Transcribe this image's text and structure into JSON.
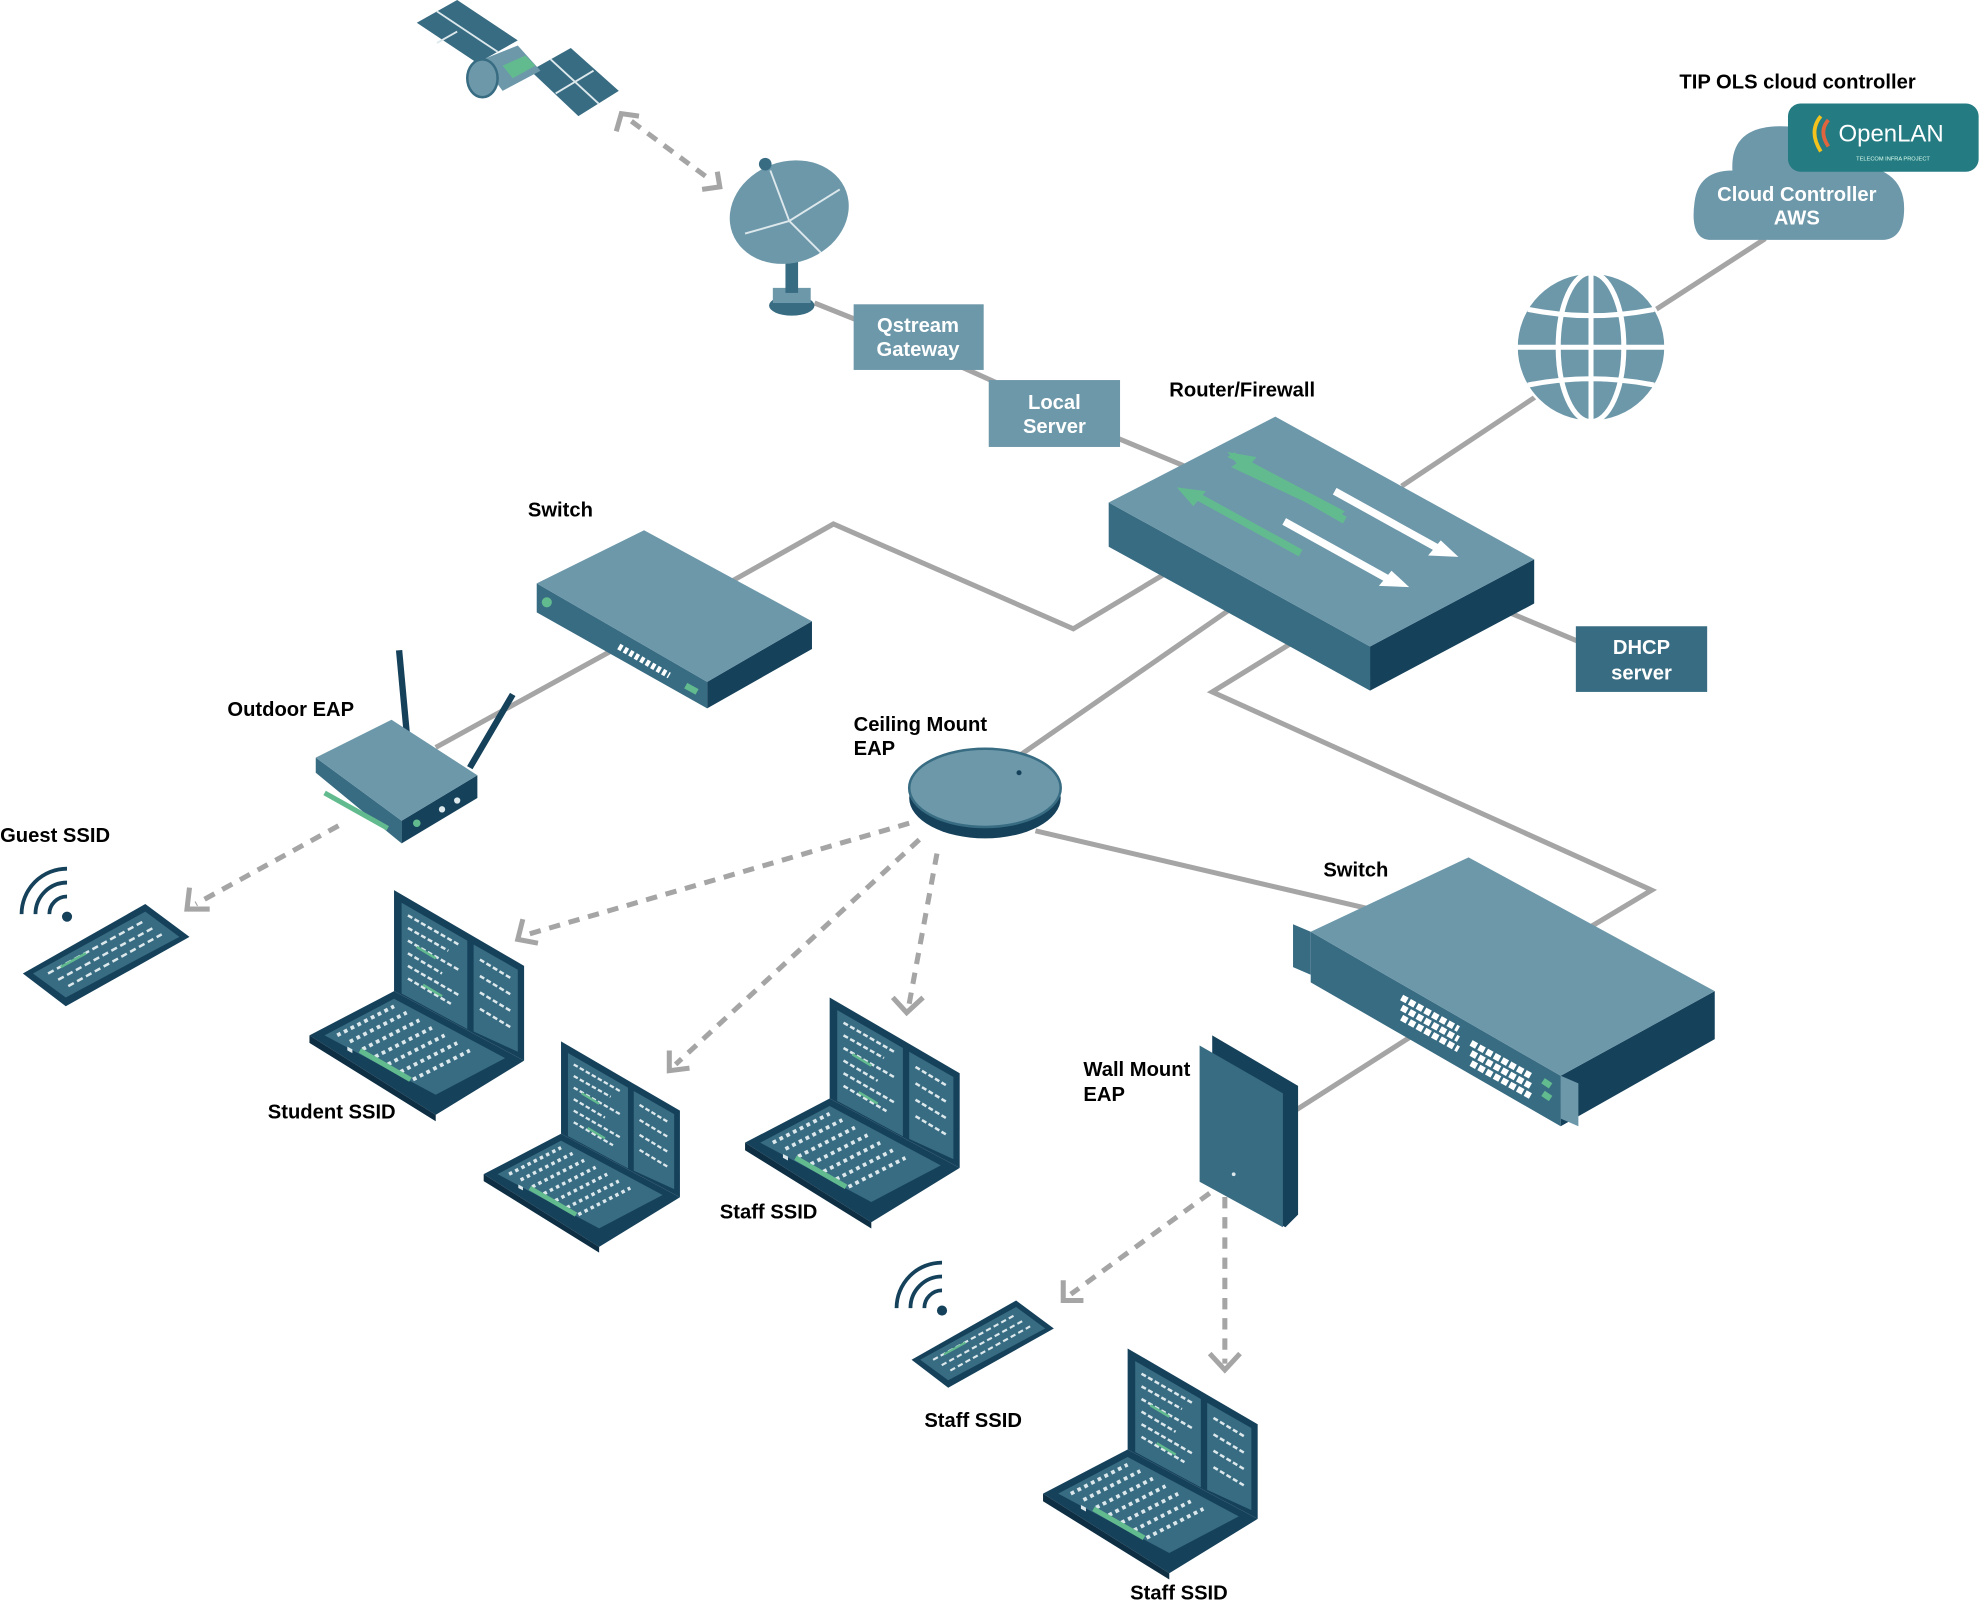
{
  "colors": {
    "light": "#6d98aa",
    "mid": "#386c82",
    "dark": "#15415b",
    "wire": "#a5a5a5",
    "green": "#62bb8e",
    "openlan": "#247b82"
  },
  "labels": {
    "tip_cloud": "TIP OLS cloud controller",
    "cloud_line1": "Cloud Controller",
    "cloud_line2": "AWS",
    "openlan_logo": "OpenLAN",
    "openlan_sub": "TELECOM INFRA PROJECT",
    "qstream_line1": "Qstream",
    "qstream_line2": "Gateway",
    "local_line1": "Local",
    "local_line2": "Server",
    "router": "Router/Firewall",
    "dhcp_line1": "DHCP",
    "dhcp_line2": "server",
    "switch_top": "Switch",
    "outdoor_eap": "Outdoor EAP",
    "ceiling_line1": "Ceiling Mount",
    "ceiling_line2": "EAP",
    "switch_big": "Switch",
    "wall_line1": "Wall Mount",
    "wall_line2": "EAP",
    "guest_ssid": "Guest SSID",
    "student_ssid": "Student SSID",
    "staff_ssid_1": "Staff SSID",
    "staff_ssid_2": "Staff SSID",
    "staff_ssid_3": "Staff SSID"
  }
}
